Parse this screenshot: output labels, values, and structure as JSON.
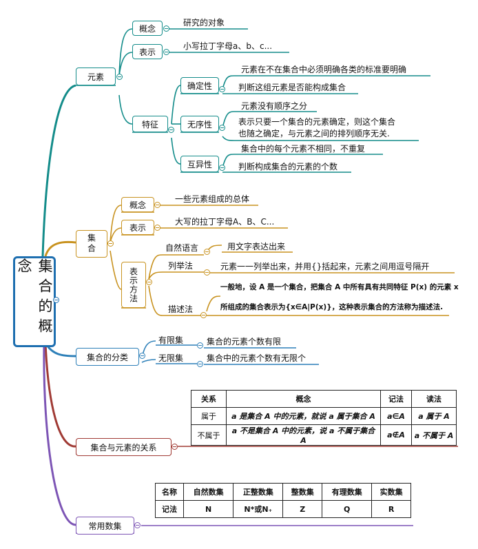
{
  "root": {
    "title": "集合的概念"
  },
  "colors": {
    "teal": "#138c8a",
    "gold": "#c8921f",
    "blue": "#2c7fb8",
    "red": "#a03a34",
    "purple": "#7d55b5"
  },
  "element": {
    "label": "元素",
    "concept": {
      "label": "概念",
      "text": "研究的对象"
    },
    "notation": {
      "label": "表示",
      "text": "小写拉丁字母a、b、c..."
    },
    "features": {
      "label": "特征",
      "definite": {
        "label": "确定性",
        "text1": "元素在不在集合中必须明确各类的标准要明确",
        "text2": "判断这组元素是否能构成集合"
      },
      "unordered": {
        "label": "无序性",
        "text1": "元素没有顺序之分",
        "text2": "表示只要一个集合的元素确定，则这个集合",
        "text3": "也随之确定，与元素之间的排列顺序无关."
      },
      "distinct": {
        "label": "互异性",
        "text1": "集合中的每个元素不相同，不重复",
        "text2": "判断构成集合的元素的个数"
      }
    }
  },
  "set": {
    "label": "集合",
    "concept": {
      "label": "概念",
      "text": "一些元素组成的总体"
    },
    "notation": {
      "label": "表示",
      "text": "大写的拉丁字母A、B、C..."
    },
    "methods": {
      "label": "表示方法",
      "natural": {
        "label": "自然语言",
        "text": "用文字表达出来"
      },
      "roster": {
        "label": "列举法",
        "text": "元素一一列举出来，并用{}括起来，元素之间用逗号隔开"
      },
      "builder": {
        "label": "描述法",
        "text1": "一般地，设 A 是一个集合，把集合 A 中所有具有共同特征 P(x) 的元素 x",
        "text2": "所组成的集合表示为{x∈A|P(x)}，这种表示集合的方法称为描述法."
      }
    }
  },
  "classification": {
    "label": "集合的分类",
    "finite": {
      "label": "有限集",
      "text": "集合的元素个数有限"
    },
    "infinite": {
      "label": "无限集",
      "text": "集合中的元素个数有无限个"
    }
  },
  "relation": {
    "label": "集合与元素的关系",
    "table": {
      "headers": [
        "关系",
        "概念",
        "记法",
        "读法"
      ],
      "rows": [
        [
          "属于",
          "a 是集合 A 中的元素，就说 a 属于集合 A",
          "a∈A",
          "a 属于 A"
        ],
        [
          "不属于",
          "a 不是集合 A 中的元素，说 a 不属于集合 A",
          "a∉A",
          "a 不属于 A"
        ]
      ]
    }
  },
  "numbers": {
    "label": "常用数集",
    "table": {
      "headers": [
        "名称",
        "自然数集",
        "正整数集",
        "整数集",
        "有理数集",
        "实数集"
      ],
      "row": [
        "记法",
        "N",
        "N*或N₊",
        "Z",
        "Q",
        "R"
      ]
    }
  }
}
